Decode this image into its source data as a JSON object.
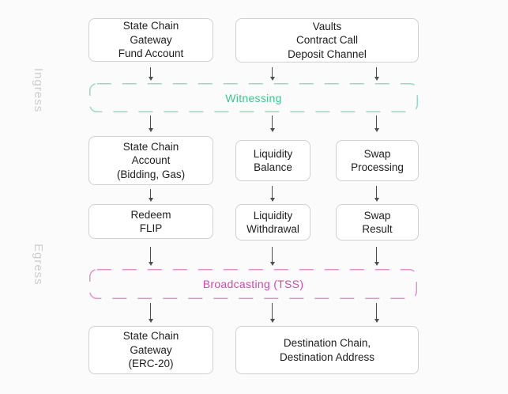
{
  "diagram": {
    "side_labels": {
      "ingress": "Ingress",
      "egress": "Egress"
    },
    "zones": {
      "witnessing": {
        "label": "Witnessing",
        "text_color": "#3ec48e",
        "border_color": "#92dcbd"
      },
      "broadcasting": {
        "label": "Broadcasting (TSS)",
        "text_color": "#d844ae",
        "border_color": "#e68fd0"
      }
    },
    "nodes": {
      "fund_account": "State Chain\nGateway\nFund Account",
      "vaults": "Vaults\nContract Call\nDeposit Channel",
      "state_chain_account": "State Chain\nAccount\n(Bidding, Gas)",
      "liquidity_balance": "Liquidity\nBalance",
      "swap_processing": "Swap\nProcessing",
      "redeem_flip": "Redeem\nFLIP",
      "liquidity_withdrawal": "Liquidity\nWithdrawal",
      "swap_result": "Swap\nResult",
      "gateway_erc20": "State Chain\nGateway\n(ERC-20)",
      "destination": "Destination Chain,\nDestination Address"
    },
    "colors": {
      "background": "#fbfbfb",
      "node_border": "#d0d0d0",
      "node_text": "#1e1e1e",
      "arrow": "#4d4d4d",
      "side_label": "#cdcdcd"
    }
  }
}
